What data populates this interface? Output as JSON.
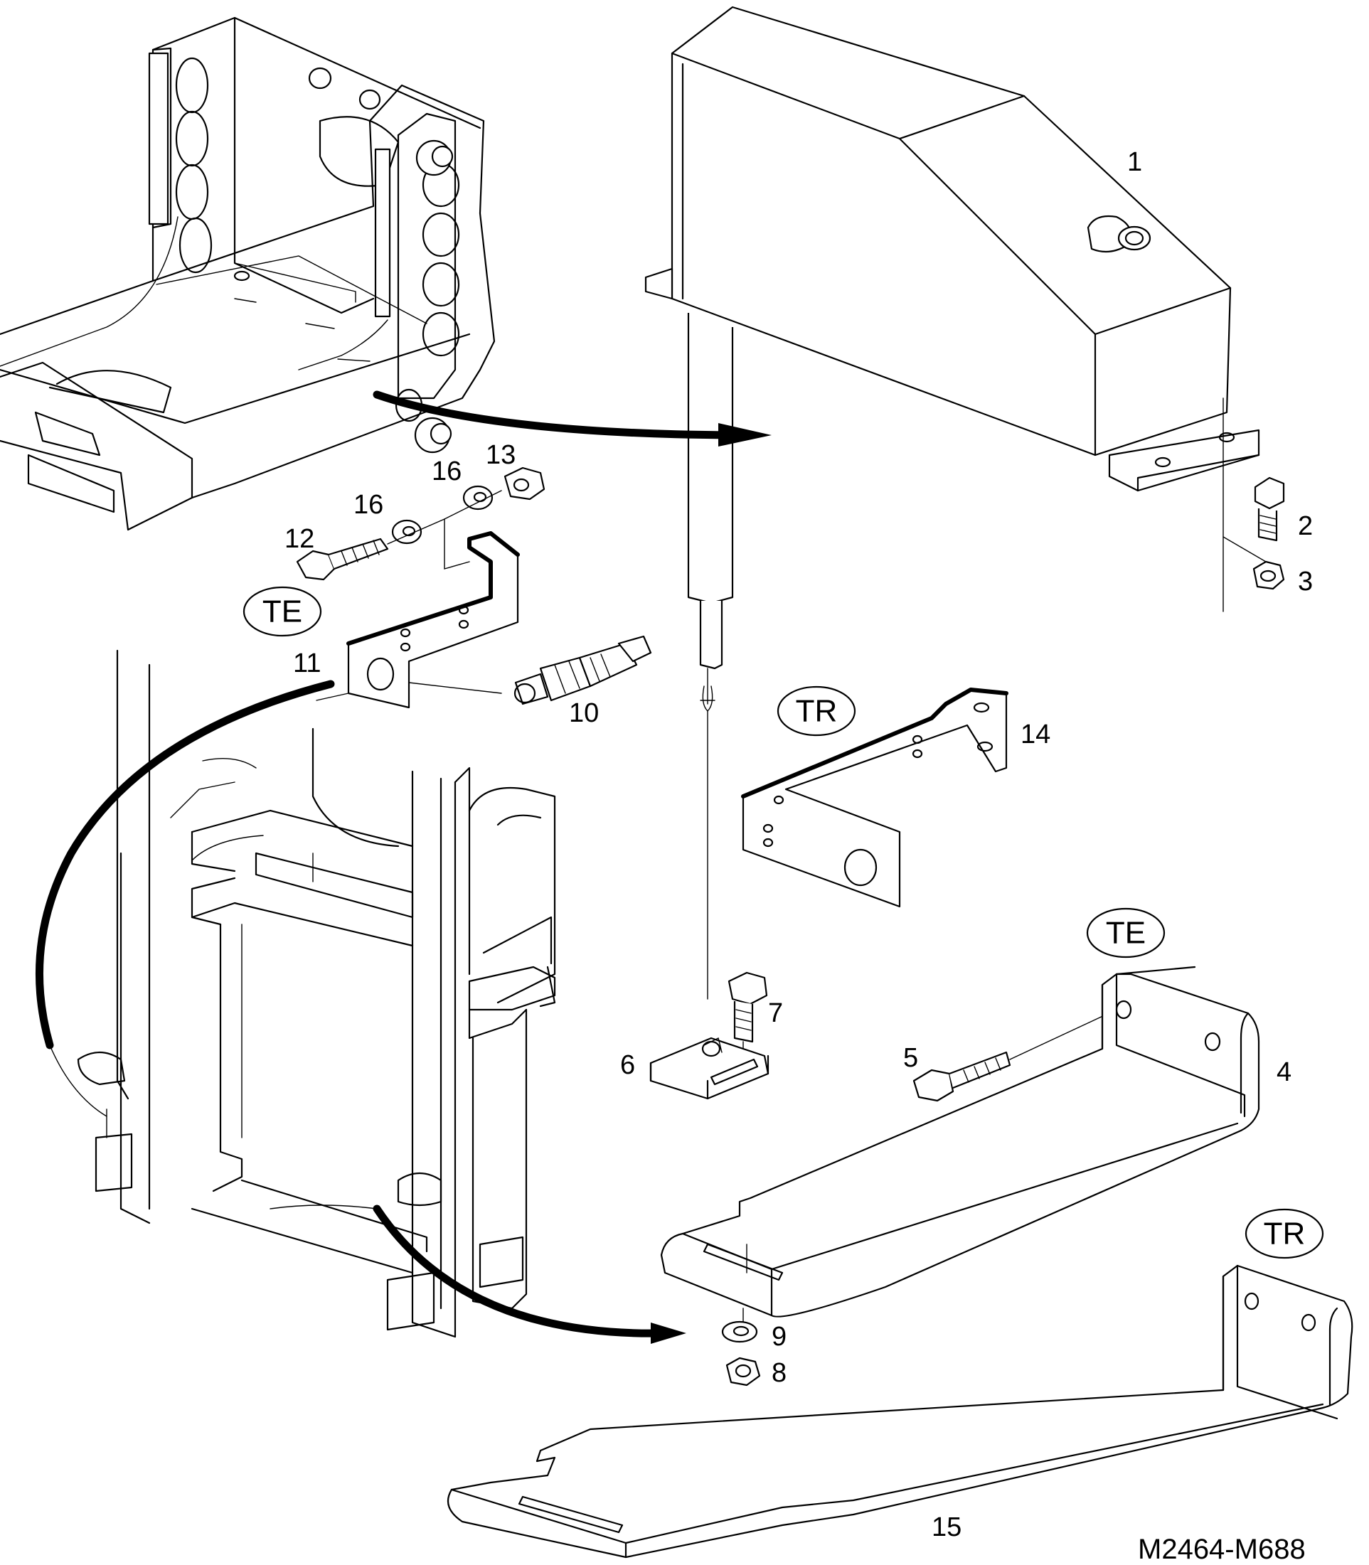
{
  "callouts": {
    "c1": "1",
    "c2": "2",
    "c3": "3",
    "c4": "4",
    "c5": "5",
    "c6": "6",
    "c7": "7",
    "c8": "8",
    "c9": "9",
    "c10": "10",
    "c11": "11",
    "c12": "12",
    "c13": "13",
    "c14": "14",
    "c15": "15",
    "c16a": "16",
    "c16b": "16"
  },
  "variants": {
    "te_top": "TE",
    "tr_mid": "TR",
    "te_right": "TE",
    "tr_bottom": "TR"
  },
  "drawing_code": "M2464-M688"
}
